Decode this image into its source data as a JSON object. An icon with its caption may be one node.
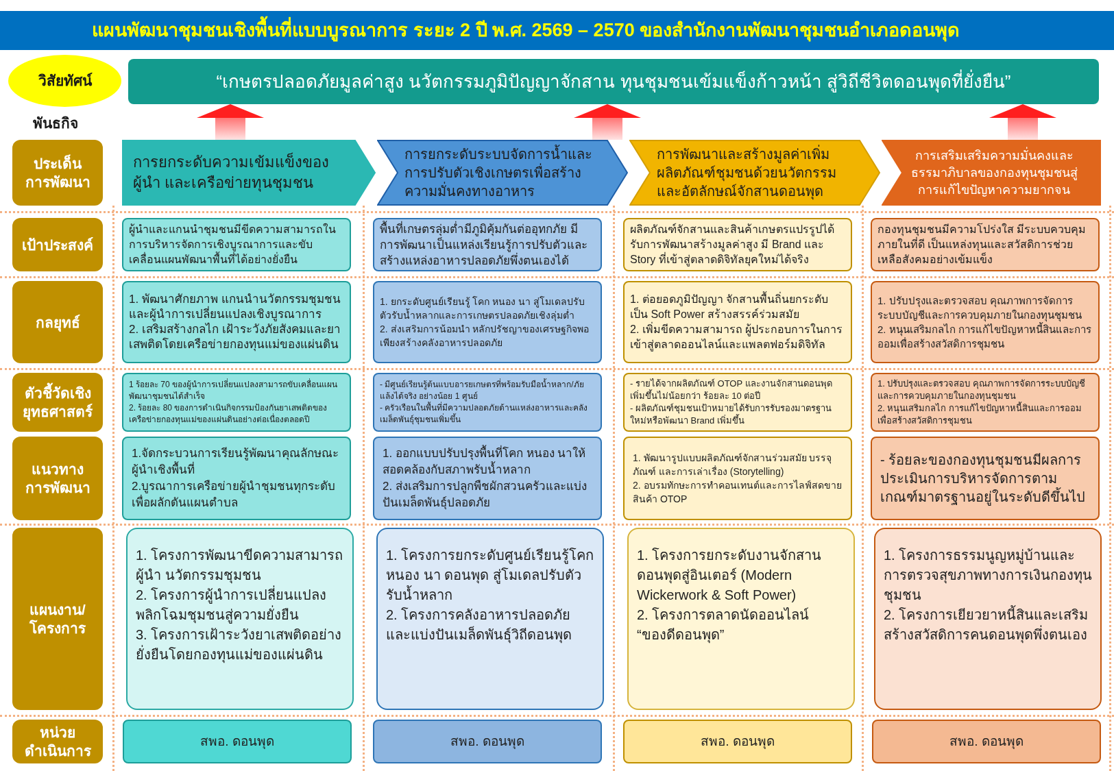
{
  "diagram": {
    "title": "แผนพัฒนาชุมชนเชิงพื้นที่แบบบูรณาการ ระยะ 2 ปี พ.ศ. 2569 – 2570 ของสำนักงานพัฒนาชุมชนอำเภอดอนพุด",
    "nodes": [
      {
        "text": [
          "วิสัยทัศน์"
        ]
      },
      {
        "text": [
          "“เกษตรปลอดภัยมูลค่าสูง นวัตกรรมภูมิปัญญาจักสาน ทุนชุมชนเข้มแข็งก้าวหน้า สู่วิถีชีวิตดอนพุดที่ยั่งยืน”"
        ]
      },
      {
        "text": [
          "ประเด็นการพัฒนา"
        ]
      },
      {
        "text": [
          "การยกระดับความเข้มแข็งของผู้นำ และเครือข่ายทุนชุมชน"
        ]
      },
      {
        "text": [
          "การยกระดับระบบจัดการน้ำและการปรับตัวเชิงเกษตรเพื่อสร้างความมั่นคงทางอาหาร"
        ]
      },
      {
        "text": [
          "การพัฒนาและสร้างมูลค่าเพิ่มผลิตภัณฑ์ชุมชนด้วยนวัตกรรมและอัตลักษณ์จักสานดอนพุด"
        ]
      },
      {
        "text": [
          "การเสริมเสริมความมั่นคงและธรรมาภิบาลของกองทุนชุมชนสู่การแก้ไขปัญหาความยากจน"
        ]
      },
      {
        "text": [
          "เป้าประสงค์"
        ]
      },
      {
        "text": [
          "ผู้นำและแกนนำชุมชนมีขีดความสามารถในการบริหารจัดการเชิงบูรณาการและขับเคลื่อนแผนพัฒนาพื้นที่ได้อย่างยั่งยืน"
        ]
      },
      {
        "text": [
          "พื้นที่เกษตรลุ่มต่ำมีภูมิคุ้มกันต่ออุทกภัย มีการพัฒนาเป็นแหล่งเรียนรู้การปรับตัวและสร้างแหล่งอาหารปลอดภัยพึ่งตนเองได้"
        ]
      },
      {
        "text": [
          "ผลิตภัณฑ์จักสานและสินค้าเกษตรแปรรูปได้รับการพัฒนาสร้างมูลค่าสูง มี Brand และ Story ที่เข้าสู่ตลาดดิจิทัลยุคใหม่ได้จริง"
        ]
      },
      {
        "text": [
          "กองทุนชุมชนมีความโปร่งใส มีระบบควบคุมภายในที่ดี เป็นแหล่งทุนและสวัสดิการช่วยเหลือสังคมอย่างเข้มแข็ง"
        ]
      },
      {
        "text": [
          "กลยุทธ์"
        ]
      },
      {
        "text": [
          "1. พัฒนาศักยภาพ แกนนำนวัตกรรมชุมชนและผู้นำการเปลี่ยนแปลงเชิงบูรณาการ",
          "2. เสริมสร้างกลไก เฝ้าระวังภัยสังคมและยาเสพติดโดยเครือข่ายกองทุนแม่ของแผ่นดิน"
        ]
      },
      {
        "text": [
          "1. ยกระดับศูนย์เรียนรู้ โคก หนอง นา สู่โมเดลปรับตัวรับน้ำหลากและการเกษตรปลอดภัยเชิงลุ่มต่ำ",
          "2. ส่งเสริมการน้อมนำ หลักปรัชญาของเศรษฐกิจพอเพียงสร้างคลังอาหารปลอดภัย"
        ]
      },
      {
        "text": [
          "1. ต่อยอดภูมิปัญญา จักสานพื้นถิ่นยกระดับเป็น Soft Power สร้างสรรค์ร่วมสมัย",
          "2. เพิ่มขีดความสามารถ ผู้ประกอบการในการเข้าสู่ตลาดออนไลน์และแพลตฟอร์มดิจิทัล"
        ]
      },
      {
        "text": [
          "1. ปรับปรุงและตรวจสอบ คุณภาพการจัดการระบบบัญชีและการควบคุมภายในกองทุนชุมชน",
          "2. หนุนเสริมกลไก การแก้ไขปัญหาหนี้สินและการออมเพื่อสร้างสวัสดิการชุมชน"
        ]
      },
      {
        "text": [
          "ตัวชี้วัดเชิงยุทธศาสตร์"
        ]
      },
      {
        "text": [
          "1 ร้อยละ 70 ของผู้นำการเปลี่ยนแปลงสามารถขับเคลื่อนแผนพัฒนาชุมชนได้สำเร็จ",
          "2. ร้อยละ 80 ของการดำเนินกิจกรรมป้องกันยาเสพติดของเครือข่ายกองทุนแม่ของแผ่นดินอย่างต่อเนื่องตลอดปี"
        ]
      },
      {
        "text": [
          "- มีศูนย์เรียนรู้ต้นแบบอารยเกษตรที่พร้อมรับมือน้ำหลาก/ภัยแล้งได้จริง อย่างน้อย 1 ศูนย์",
          "- ครัวเรือนในพื้นที่มีความปลอดภัยด้านแหล่งอาหารและคลังเมล็ดพันธุ์ชุมชนเพิ่มขึ้น"
        ]
      },
      {
        "text": [
          "- รายได้จากผลิตภัณฑ์ OTOP และงานจักสานดอนพุดเพิ่มขึ้นไม่น้อยกว่า ร้อยละ 10 ต่อปี",
          "- ผลิตภัณฑ์ชุมชนเป้าหมายได้รับการรับรองมาตรฐานใหม่หรือพัฒนา Brand เพิ่มขึ้น"
        ]
      },
      {
        "text": [
          "1. ปรับปรุงและตรวจสอบ คุณภาพการจัดการระบบบัญชีและการควบคุมภายในกองทุนชุมชน",
          "2. หนุนเสริมกลไก การแก้ไขปัญหาหนี้สินและการออมเพื่อสร้างสวัสดิการชุมชน"
        ]
      },
      {
        "text": [
          "แนวทางการพัฒนา"
        ]
      },
      {
        "text": [
          "1.จัดกระบวนการเรียนรู้พัฒนาคุณลักษณะผู้นำเชิงพื้นที่",
          "2.บูรณาการเครือข่ายผู้นำชุมชนทุกระดับเพื่อผลักดันแผนตำบล"
        ]
      },
      {
        "text": [
          "1. ออกแบบปรับปรุงพื้นที่โคก หนอง นาให้สอดคล้องกับสภาพรับน้ำหลาก",
          "2. ส่งเสริมการปลูกพืชผักสวนครัวและแบ่งปันเมล็ดพันธุ์ปลอดภัย"
        ]
      },
      {
        "text": [
          "1. พัฒนารูปแบบผลิตภัณฑ์จักสานร่วมสมัย บรรจุภัณฑ์ และการเล่าเรื่อง (Storytelling)",
          "2. อบรมทักษะการทำคอนเทนต์และการไลฟ์สดขายสินค้า OTOP"
        ]
      },
      {
        "text": [
          "- ร้อยละของกองทุนชุมชนมีผลการประเมินการบริหารจัดการตามเกณฑ์มาตรฐานอยู่ในระดับดีขึ้นไป"
        ]
      },
      {
        "text": [
          "แผนงาน/โครงการ"
        ]
      },
      {
        "text": [
          "1. โครงการพัฒนาขีดความสามารถผู้นำ นวัตกรรมชุมชน",
          "2. โครงการผู้นำการเปลี่ยนแปลงพลิกโฉมชุมชนสู่ความยั่งยืน",
          "3. โครงการเฝ้าระวังยาเสพติดอย่างยั่งยืนโดยกองทุนแม่ของแผ่นดิน"
        ]
      },
      {
        "text": [
          "1. โครงการยกระดับศูนย์เรียนรู้โคก หนอง นา ดอนพุด สู่โมเดลปรับตัวรับน้ำหลาก",
          "2. โครงการคลังอาหารปลอดภัยและแบ่งปันเมล็ดพันธุ์วิถีดอนพุด"
        ]
      },
      {
        "text": [
          "1. โครงการยกระดับงานจักสานดอนพุดสู่อินเตอร์ (Modern Wickerwork & Soft Power)",
          "2. โครงการตลาดนัดออนไลน์ “ของดีดอนพุด”"
        ]
      },
      {
        "text": [
          "1. โครงการธรรมนูญหมู่บ้านและการตรวจสุขภาพทางการเงินกองทุนชุมชน",
          "2. โครงการเยียวยาหนี้สินและเสริมสร้างสวัสดิการคนดอนพุดพึ่งตนเอง"
        ]
      },
      {
        "text": [
          "หน่วยดำเนินการ"
        ]
      },
      {
        "text": [
          "สพอ. ดอนพุด"
        ]
      },
      {
        "text": [
          "สพอ. ดอนพุด"
        ]
      },
      {
        "text": [
          "สพอ. ดอนพุด"
        ]
      },
      {
        "text": [
          "สพอ. ดอนพุด"
        ]
      }
    ],
    "edges": [
      {
        "from": 3,
        "to": 1,
        "arrow": "to"
      },
      {
        "from": 4,
        "to": 1,
        "arrow": "to"
      },
      {
        "from": 6,
        "to": 1,
        "arrow": "to"
      }
    ],
    "labels": [
      "พันธกิจ"
    ]
  }
}
